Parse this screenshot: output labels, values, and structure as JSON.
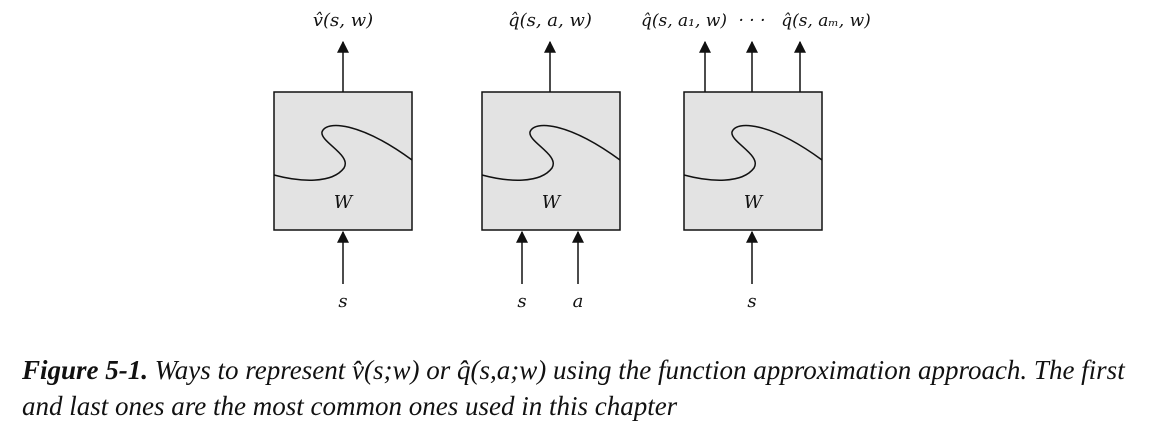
{
  "diagram": {
    "blocks": [
      {
        "outputs": [
          "v̂(s, w)"
        ],
        "weight": "W",
        "inputs": [
          "s"
        ]
      },
      {
        "outputs": [
          "q̂(s, a, w)"
        ],
        "weight": "W",
        "inputs": [
          "s",
          "a"
        ]
      },
      {
        "outputs": [
          "q̂(s, a₁, w)",
          "· · ·",
          "q̂(s, aₘ, w)"
        ],
        "weight": "W",
        "inputs": [
          "s"
        ]
      }
    ]
  },
  "caption": {
    "label": "Figure 5-1.",
    "text": "Ways to represent v̂(s;w) or q̂(s,a;w) using the function approximation approach. The first and last ones are the most common ones used in this chapter"
  }
}
